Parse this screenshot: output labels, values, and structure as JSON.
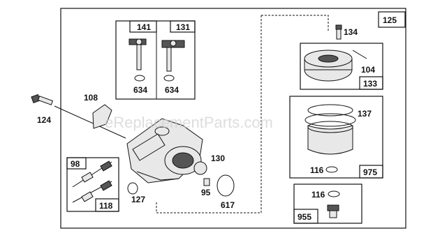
{
  "watermark": "eReplacementParts.com",
  "labels": {
    "p125": "125",
    "p141": "141",
    "p131": "131",
    "p634a": "634",
    "p634b": "634",
    "p134": "134",
    "p104": "104",
    "p133": "133",
    "p108": "108",
    "p124": "124",
    "p137": "137",
    "p116a": "116",
    "p975": "975",
    "p98": "98",
    "p118": "118",
    "p127": "127",
    "p130": "130",
    "p95": "95",
    "p617": "617",
    "p116b": "116",
    "p955": "955"
  }
}
